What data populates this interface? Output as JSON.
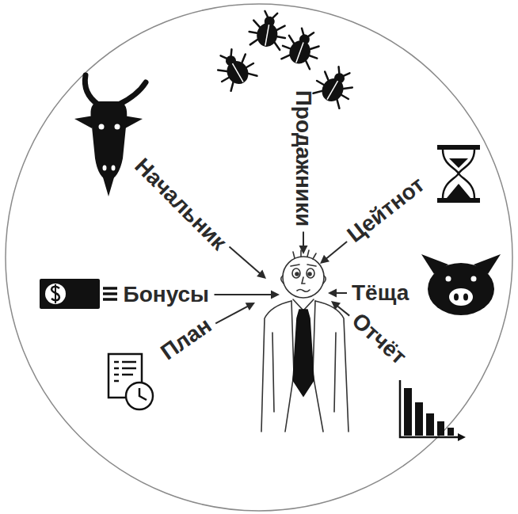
{
  "diagram": {
    "labels": [
      "Продажники",
      "Начальник",
      "Цейтнот",
      "Бонусы",
      "Тёща",
      "План",
      "Отчёт"
    ]
  }
}
